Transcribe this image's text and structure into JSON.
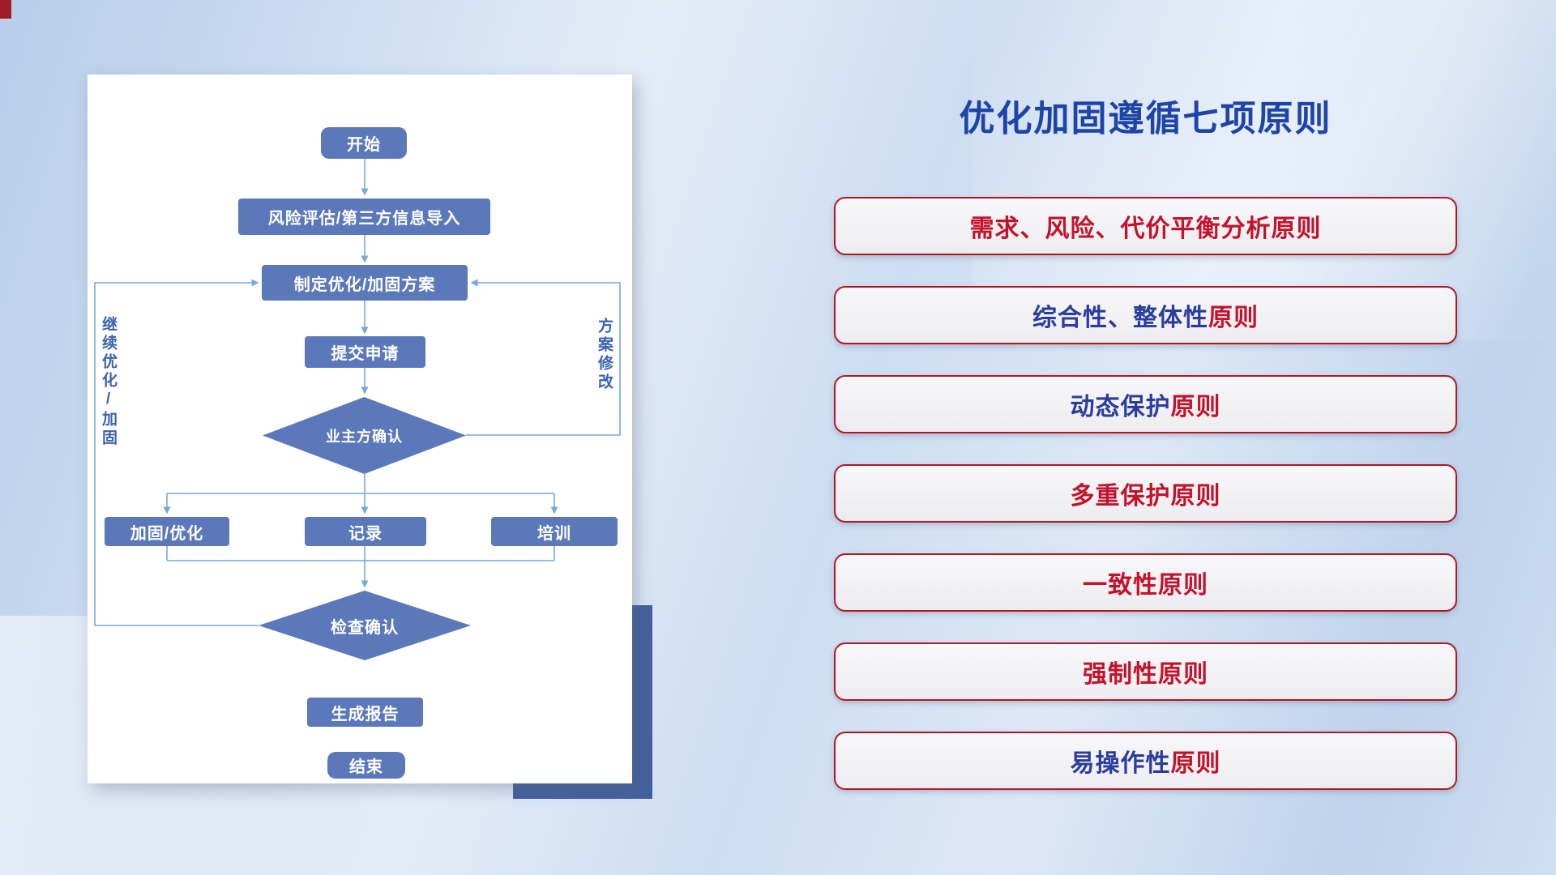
{
  "slide": {
    "title": "优化加固遵循七项原则"
  },
  "flowchart": {
    "nodes": {
      "start": "开始",
      "risk_import": "风险评估/第三方信息导入",
      "make_plan": "制定优化/加固方案",
      "submit": "提交申请",
      "owner_confirm": "业主方确认",
      "harden_optimize": "加固/优化",
      "record": "记录",
      "training": "培训",
      "check_confirm": "检查确认",
      "report": "生成报告",
      "end": "结束"
    },
    "loop_labels": {
      "left": "继续优化/加固",
      "right": "方案修改"
    }
  },
  "principles": [
    {
      "parts": [
        {
          "text": "需求、风险、代价平衡分析原则",
          "color": "red"
        }
      ]
    },
    {
      "parts": [
        {
          "text": "综合性、整体性",
          "color": "blue"
        },
        {
          "text": "原则",
          "color": "red"
        }
      ]
    },
    {
      "parts": [
        {
          "text": "动态保护",
          "color": "blue"
        },
        {
          "text": "原则",
          "color": "red"
        }
      ]
    },
    {
      "parts": [
        {
          "text": "多重保护原则",
          "color": "red"
        }
      ]
    },
    {
      "parts": [
        {
          "text": "一致性原则",
          "color": "red"
        }
      ]
    },
    {
      "parts": [
        {
          "text": "强制性原则",
          "color": "red"
        }
      ]
    },
    {
      "parts": [
        {
          "text": "易操作性",
          "color": "blue"
        },
        {
          "text": "原则",
          "color": "red"
        }
      ]
    }
  ],
  "colors": {
    "node_fill": "#5b79ba",
    "connector_blue": "#74a9dc",
    "title_blue": "#1f44a8",
    "principle_red": "#c3122b",
    "principle_blue": "#2b3d9c",
    "pill_border_red": "#b01724",
    "accent_rect_blue": "#43619c",
    "corner_mark_red": "#9e1c22"
  }
}
